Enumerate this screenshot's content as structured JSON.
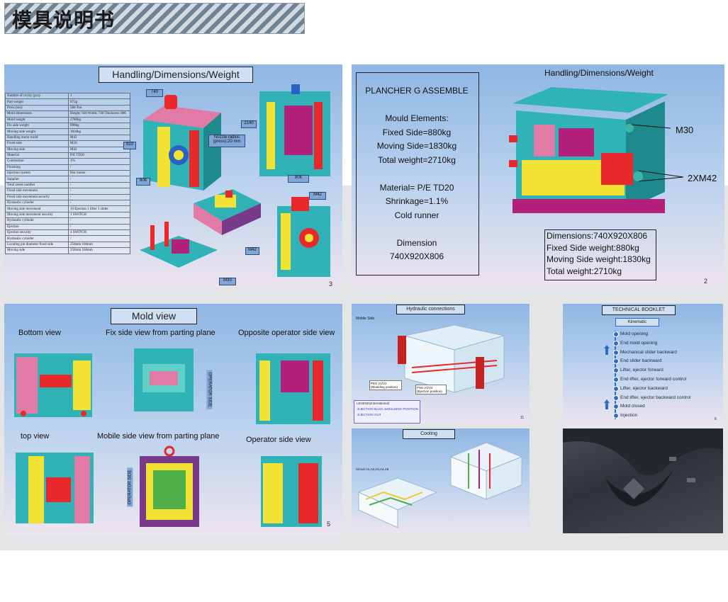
{
  "header": {
    "title": "模具说明书"
  },
  "slide1": {
    "title": "Handling/Dimensions/Weight",
    "page": "3",
    "table": [
      [
        "Number of cavity (pcs)",
        "1"
      ],
      [
        "Part weight",
        "675g"
      ],
      [
        "Press (ton)",
        "580 Ton"
      ],
      [
        "Mold dimensions",
        "Height: 920  Width: 740  Thickness: 806"
      ],
      [
        "Mold weight",
        "2780kg"
      ],
      [
        "Fix side weight",
        "880kg"
      ],
      [
        "Moving side weight",
        "1830kg"
      ],
      [
        "Handling motor mold",
        "M42"
      ],
      [
        "Fixed side",
        "M20"
      ],
      [
        "Moving side",
        "M42"
      ],
      [
        "Material",
        "P/E TD20"
      ],
      [
        "Contraction",
        "1%"
      ],
      [
        "Finishing",
        "/"
      ],
      [
        "Injection system",
        "Hot runner"
      ],
      [
        "Supplier",
        "/"
      ],
      [
        "Total zones number",
        "/"
      ],
      [
        "Fixed side movement",
        "/"
      ],
      [
        "Fixed side movement security",
        "/"
      ],
      [
        "Hydraulic cylinder",
        "/"
      ],
      [
        "Moving side movement",
        "16 Ejection  1 lifter  1 slider"
      ],
      [
        "Moving side movement security",
        "1 SWITCH"
      ],
      [
        "Hydraulic cylinder",
        "/"
      ],
      [
        "Ejection",
        "/"
      ],
      [
        "Ejection security",
        "4 SWITCH"
      ],
      [
        "Hydraulic cylinder",
        "/"
      ],
      [
        "Locating pin diameter fixed side",
        "250mm  160mm"
      ],
      [
        "Moving side",
        "250mm  160mm"
      ]
    ],
    "tags": {
      "w740": "740",
      "h920": "920",
      "d806": "806",
      "h2140": "2140",
      "w806": "806",
      "m42a": "M42",
      "m42b": "M42",
      "m30": "M30",
      "nozzle": "Nozzle radius (press):20 mm"
    }
  },
  "slide2": {
    "title": "Handling/Dimensions/Weight",
    "page": "2",
    "lines": [
      "PLANCHER G ASSEMBLE",
      "",
      "Mould Elements:",
      "Fixed Side=880kg",
      "Moving Side=1830kg",
      "Total weight=2710kg",
      "",
      "Material= P/E TD20",
      "Shrinkage=1.1%",
      "Cold runner",
      "",
      "Dimension",
      "740X920X806"
    ],
    "callout_m30": "M30",
    "callout_m42": "2XM42",
    "summary": [
      "Dimensions:740X920X806",
      "Fixed Side weight:880kg",
      "Moving Side weight:1830kg",
      "Total weight:2710kg"
    ]
  },
  "slide3": {
    "title": "Mold view",
    "page": "5",
    "views": [
      "Bottom view",
      "Fix side view from parting plane",
      "Opposite operator side view",
      "top view",
      "Mobile  side view from parting plane",
      "Operator side view"
    ],
    "side_label_1": "OPERATOR SIDE",
    "side_label_2": "OPERATOR SIDE"
  },
  "slide4": {
    "title": "Hydraulic connections",
    "subtitle": "Mobile Side",
    "page": "11",
    "callouts": [
      "PES V1/V2 (Moulding position)",
      "FNS V1/V2 (Ejection position)"
    ],
    "legend": [
      "LEGEND(International)",
      "-EJECTION BACK=MOULDING POSITION",
      "-EJECTION OUT"
    ]
  },
  "slide5": {
    "title": "Cooling",
    "circuit": "Circuit A1,A2,A3,A4,A5"
  },
  "slide6": {
    "title": "TECHNICAL BOOKLET",
    "subtitle": "Kinematic",
    "page": "6",
    "steps": [
      "Mold opening",
      "End mold opening",
      "Mechanical slider backward",
      "End slider backward",
      "Lifter, ejector forward",
      "End lifter, ejector forward control",
      "Lifter, ejector backward",
      "End lifter, ejector backward control",
      "Mold closed",
      "Injection"
    ]
  },
  "colors": {
    "teal": "#2fb3b7",
    "yellow": "#f2e233",
    "red": "#e8282a",
    "blue": "#2a62c4",
    "magenta": "#b2207a",
    "purple": "#7a3a8a"
  }
}
